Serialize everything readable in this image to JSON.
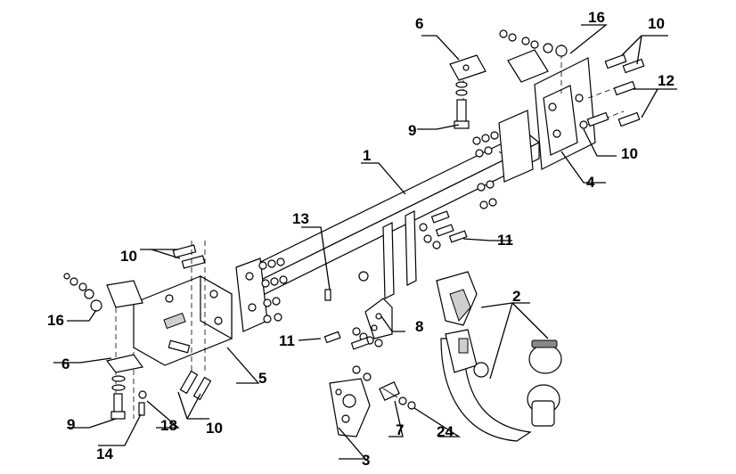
{
  "labels": {
    "p1": "1",
    "p2": "2",
    "p3": "3",
    "p4": "4",
    "p5": "5",
    "p6a": "6",
    "p6b": "6",
    "p7": "7",
    "p8": "8",
    "p9a": "9",
    "p9b": "9",
    "p10a": "10",
    "p10b": "10",
    "p10c": "10",
    "p10d": "10",
    "p11a": "11",
    "p11b": "11",
    "p12": "12",
    "p13": "13",
    "p14": "14",
    "p16a": "16",
    "p16b": "16",
    "p18": "18",
    "p24": "24"
  }
}
